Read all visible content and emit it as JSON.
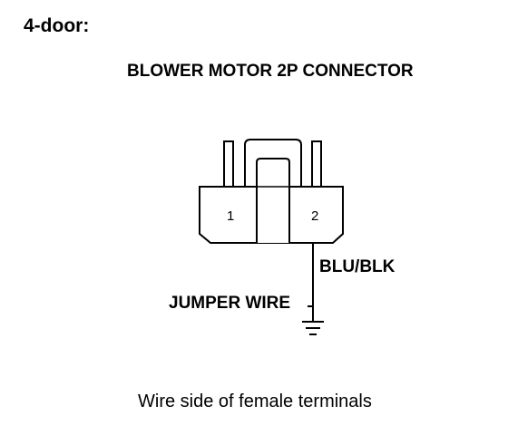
{
  "header": {
    "variant_label": "4-door:"
  },
  "diagram": {
    "title": "BLOWER MOTOR 2P CONNECTOR",
    "terminals": [
      {
        "number": "1"
      },
      {
        "number": "2"
      }
    ],
    "wire_color": "BLU/BLK",
    "jumper_label": "JUMPER WIRE",
    "ground_icon": "ground-symbol-icon",
    "caption": "Wire side of female terminals"
  },
  "colors": {
    "ink": "#000000",
    "background": "#ffffff"
  }
}
